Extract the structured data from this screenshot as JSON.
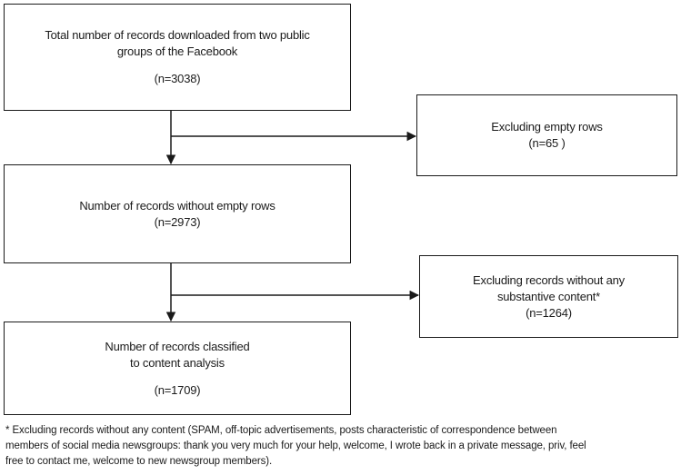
{
  "boxes": {
    "total": {
      "line1": "Total number of records downloaded from two public",
      "line2": "groups of the Facebook",
      "count": "(n=3038)"
    },
    "empty_rows": {
      "line1": "Excluding empty rows",
      "count": "(n=65 )"
    },
    "without_empty": {
      "line1": "Number of records without empty rows",
      "count": "(n=2973)"
    },
    "no_content": {
      "line1": "Excluding records without any",
      "line2": "substantive content*",
      "count": "(n=1264)"
    },
    "classified": {
      "line1": "Number of records classified",
      "line2": "to content analysis",
      "count": "(n=1709)"
    }
  },
  "footnote": {
    "line1": "* Excluding  records without any content (SPAM, off-topic advertisements, posts characteristic of correspondence between",
    "line2": "members of social media newsgroups: thank you very much for your help, welcome, I  wrote back in a private message, priv,  feel",
    "line3": "free to contact me,  welcome to new newsgroup members)."
  },
  "colors": {
    "line": "#1a1a1a",
    "background": "#ffffff"
  }
}
